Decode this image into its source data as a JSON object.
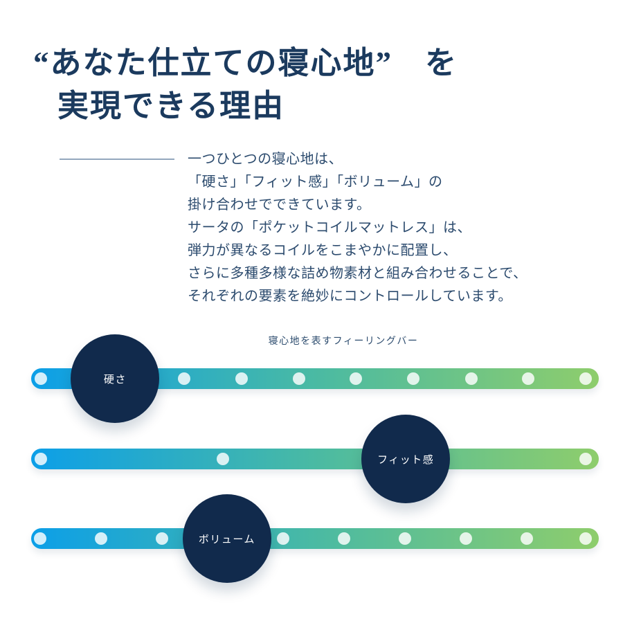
{
  "heading": {
    "line1": "“あなた仕立ての寝心地”　を",
    "line2": "実現できる理由",
    "color": "#1b3a5e"
  },
  "intro": {
    "divider_color": "#93a7bd",
    "text_color": "#2c4b6e",
    "lines": [
      "一つひとつの寝心地は、",
      "「硬さ」「フィット感」「ボリューム」の",
      "掛け合わせでできています。",
      "サータの「ポケットコイルマットレス」は、",
      "弾力が異なるコイルをこまやかに配置し、",
      "さらに多種多様な詰め物素材と組み合わせることで、",
      "それぞれの要素を絶妙にコントロールしています。"
    ]
  },
  "feeling_bar": {
    "caption": "寝心地を表すフィーリングバー",
    "caption_color": "#2e4d6f",
    "gradient": {
      "start": "#0C9FE8",
      "mid": "#4ABAA3",
      "end": "#8ECD6C"
    },
    "circle_color": "#112A4C",
    "circle_text_color": "#ffffff",
    "dot_color": "rgba(255,255,255,0.82)",
    "bars": [
      {
        "label": "硬さ",
        "circle_pct": 14.8,
        "dots_pct": [
          1.7,
          27.0,
          37.1,
          47.2,
          57.2,
          67.3,
          77.6,
          87.6,
          97.7
        ]
      },
      {
        "label": "フィット感",
        "circle_pct": 66.0,
        "dots_pct": [
          1.7,
          33.8,
          97.7
        ]
      },
      {
        "label": "ボリューム",
        "circle_pct": 34.5,
        "dots_pct": [
          1.6,
          12.3,
          23.0,
          44.4,
          55.1,
          65.9,
          76.6,
          87.3,
          97.7
        ]
      }
    ]
  }
}
